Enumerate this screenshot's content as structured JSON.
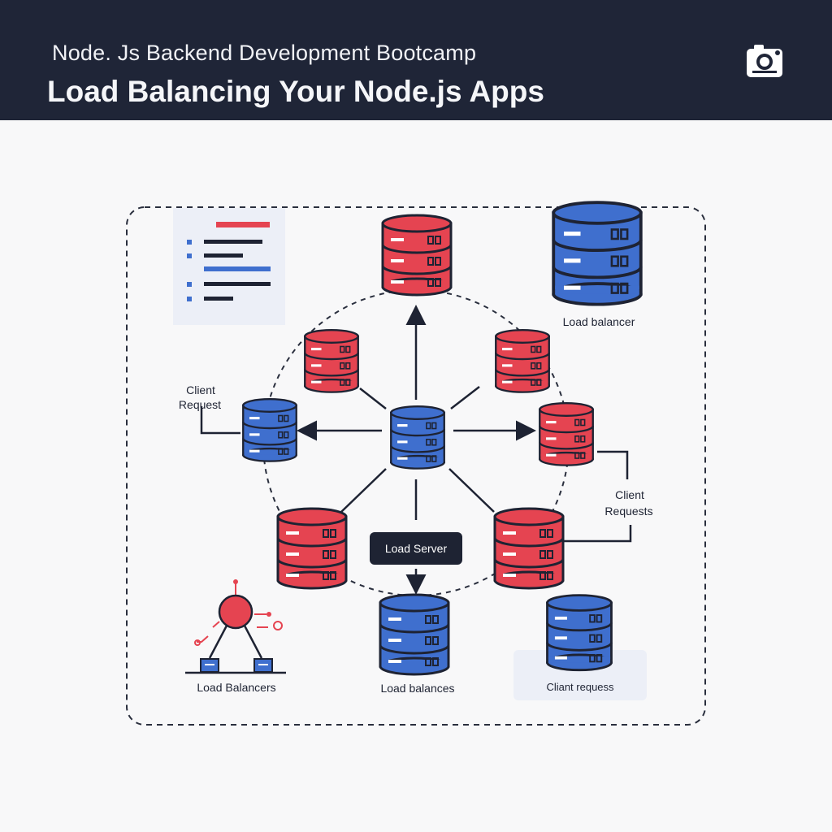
{
  "header": {
    "subtitle": "Node. Js Backend Development Bootcamp",
    "title": "Load Balancing Your Node.js Apps",
    "camera_icon": "camera-icon"
  },
  "colors": {
    "header_bg": "#1f2537",
    "red": "#e54451",
    "blue": "#3f6fce",
    "dark": "#1e2333"
  },
  "diagram": {
    "labels": {
      "client_request_left_1": "Client",
      "client_request_left_2": "Request",
      "load_balancer_top_right": "Load balancer",
      "client_requests_right_1": "Client",
      "client_requests_right_2": "Requests",
      "load_server": "Load Server",
      "load_balancers_bottom_left": "Load Balancers",
      "load_balances_bottom_center": "Load balances",
      "client_request_bottom_right": "Cliant requess"
    }
  }
}
